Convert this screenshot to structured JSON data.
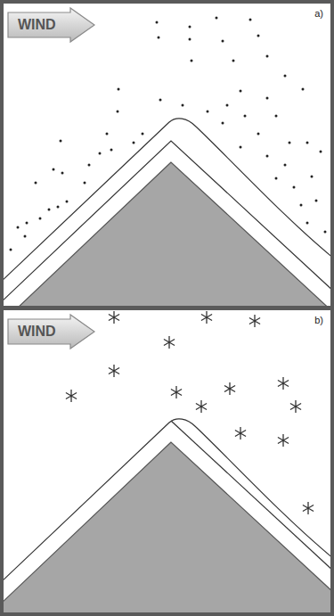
{
  "diagram": {
    "nodes": [
      {
        "text": [
          "a)"
        ]
      },
      {
        "text": [
          "WIND"
        ],
        "in": 0
      },
      {
        "text": [
          "b)"
        ]
      },
      {
        "text": [
          "WIND"
        ],
        "in": 2
      }
    ]
  }
}
